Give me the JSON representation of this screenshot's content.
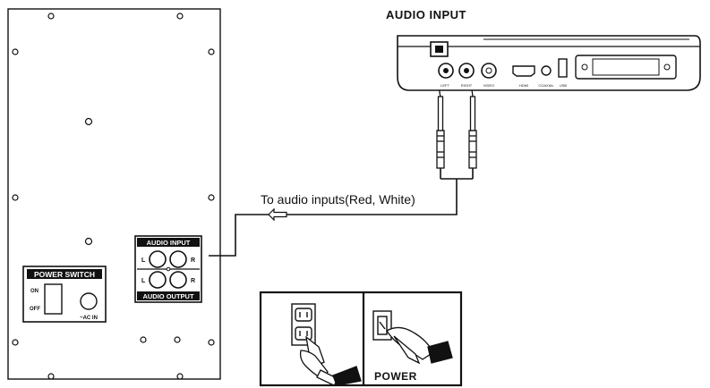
{
  "title": "AUDIO INPUT",
  "cable_caption": "To audio inputs(Red, White)",
  "subwoofer_panel": {
    "power_switch": {
      "title": "POWER SWITCH",
      "on_label": "ON",
      "off_label": "OFF",
      "ac_in_label": "~AC IN"
    },
    "audio_panel": {
      "input_title": "AUDIO INPUT",
      "output_title": "AUDIO OUTPUT",
      "left_label": "L",
      "right_label": "R"
    }
  },
  "player_ports": {
    "left": "LEFT",
    "right": "RIGHT",
    "video": "VIDEO",
    "hdmi": "HDMI",
    "coaxial": "COAXIAL",
    "usb": "USB"
  },
  "power_illustration": {
    "label": "POWER"
  },
  "colors": {
    "line": "#111111",
    "panel_fill": "#111111",
    "background": "#ffffff"
  }
}
